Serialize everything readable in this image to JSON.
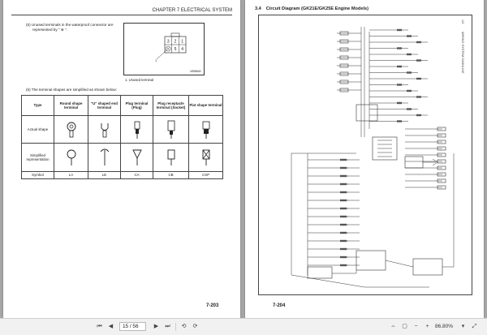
{
  "left_page": {
    "header": "CHAPTER 7 ELECTRICAL SYSTEM",
    "note5": {
      "line1": "(5)  Unused terminals in the waterproof connector are",
      "line2": "represented by \" ⊗ \"."
    },
    "connector": {
      "pins": [
        "3",
        "2",
        "1",
        "5",
        "4"
      ],
      "caption": "1. Unused terminal",
      "code": "WBB682"
    },
    "note6": "(6)  The terminal shapes are simplified as shown below:",
    "table": {
      "headers": [
        "Type",
        "Round shape terminal",
        "\"U\" shaped end terminal",
        "Plug terminal (Plug)",
        "Plug receptacle terminal (Socket)",
        "Flat shape terminal"
      ],
      "row_actual": "Actual shape",
      "row_simplified": "Simplified representation",
      "row_symbol": "Symbol",
      "symbols": [
        "LA",
        "LE",
        "CA",
        "CB",
        "CSP"
      ]
    },
    "page_number": "7-203"
  },
  "right_page": {
    "section_number": "3.4",
    "section_title": "Circuit Diagram (GK21E/GK25E Engine Models)",
    "vertical_code": "1/2",
    "vertical_title": "WIRING SYSTEM GASOLINE",
    "page_number": "7-204"
  },
  "toolbar": {
    "page_current": "15",
    "page_total": "56",
    "page_display": "15 / 56",
    "zoom": "86.80%"
  }
}
